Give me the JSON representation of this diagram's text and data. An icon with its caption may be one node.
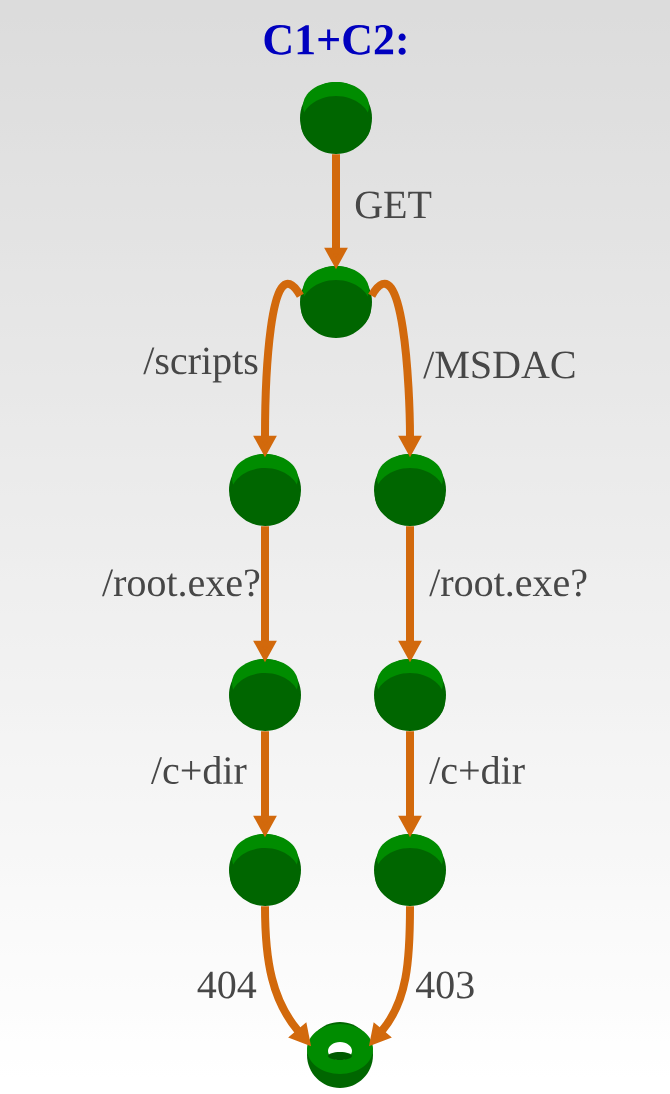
{
  "diagram": {
    "title": "C1+C2:",
    "nodes": [
      {
        "text": [],
        "shape": "circle"
      },
      {
        "text": [],
        "shape": "circle"
      },
      {
        "text": [],
        "shape": "circle"
      },
      {
        "text": [],
        "shape": "circle"
      },
      {
        "text": [],
        "shape": "circle"
      },
      {
        "text": [],
        "shape": "circle"
      },
      {
        "text": [],
        "shape": "circle"
      },
      {
        "text": [],
        "shape": "circle"
      },
      {
        "text": [],
        "shape": "ring"
      }
    ],
    "edges": [
      {
        "from": 0,
        "to": 1,
        "arrow": "to",
        "label": "GET"
      },
      {
        "from": 1,
        "to": 2,
        "arrow": "to",
        "label": "/scripts"
      },
      {
        "from": 1,
        "to": 3,
        "arrow": "to",
        "label": "/MSDAC"
      },
      {
        "from": 2,
        "to": 4,
        "arrow": "to",
        "label": "/root.exe?"
      },
      {
        "from": 3,
        "to": 5,
        "arrow": "to",
        "label": "/root.exe?"
      },
      {
        "from": 4,
        "to": 6,
        "arrow": "to",
        "label": "/c+dir"
      },
      {
        "from": 5,
        "to": 7,
        "arrow": "to",
        "label": "/c+dir"
      },
      {
        "from": 6,
        "to": 8,
        "arrow": "to",
        "label": "404"
      },
      {
        "from": 7,
        "to": 8,
        "arrow": "to",
        "label": "403"
      }
    ]
  }
}
